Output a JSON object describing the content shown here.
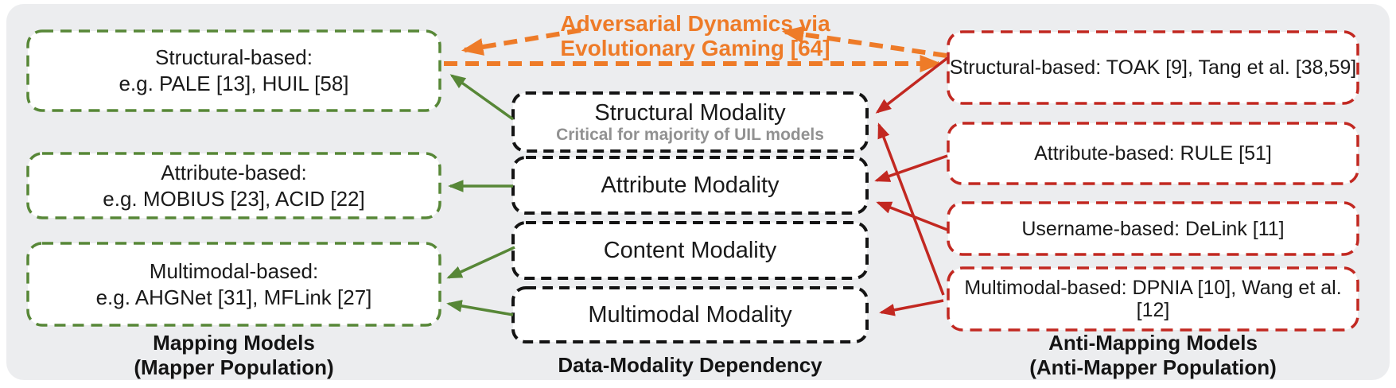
{
  "figure": {
    "adversarial_label": {
      "line1": "Adversarial Dynamics via",
      "line2": "Evolutionary Gaming [64]"
    },
    "mapper_column": {
      "boxes": [
        {
          "line1": "Structural-based:",
          "line2": "e.g. PALE [13], HUIL [58]"
        },
        {
          "line1": "Attribute-based:",
          "line2": "e.g. MOBIUS [23], ACID [22]"
        },
        {
          "line1": "Multimodal-based:",
          "line2": "e.g. AHGNet [31], MFLink [27]"
        }
      ],
      "caption_line1": "Mapping Models",
      "caption_line2": "(Mapper Population)"
    },
    "modality_column": {
      "boxes": [
        {
          "label": "Structural Modality",
          "note": "Critical for majority of UIL models"
        },
        {
          "label": "Attribute Modality"
        },
        {
          "label": "Content Modality"
        },
        {
          "label": "Multimodal Modality"
        }
      ],
      "caption": "Data-Modality Dependency"
    },
    "anti_mapper_column": {
      "boxes": [
        {
          "label": "Structural-based: TOAK [9], Tang et al. [38,59]"
        },
        {
          "label": "Attribute-based: RULE [51]"
        },
        {
          "label": "Username-based: DeLink [11]"
        },
        {
          "label": "Multimodal-based: DPNIA [10], Wang et al. [12]"
        }
      ],
      "caption_line1": "Anti-Mapping Models",
      "caption_line2": "(Anti-Mapper Population)"
    },
    "colors": {
      "mapper_green": "#578737",
      "anti_mapper_red": "#C22821",
      "adversarial_orange": "#EE7B28",
      "modality_black": "#141414",
      "note_gray": "#919191",
      "frame_background": "#ECEDEF"
    }
  }
}
